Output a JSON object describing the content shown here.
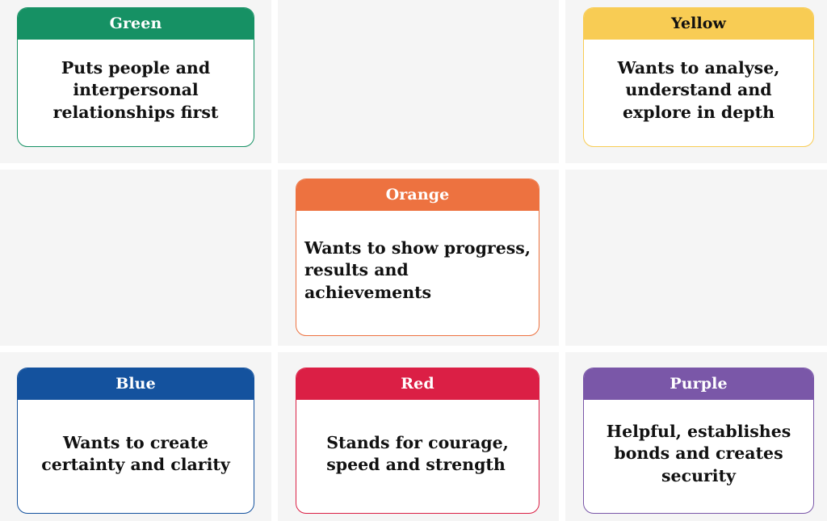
{
  "page": {
    "title": "Colour personality grid",
    "background_color": "#ffffff",
    "cell_color": "#f5f5f5",
    "grid": {
      "rows": 3,
      "columns": 3
    }
  },
  "cards": [
    {
      "id": "green",
      "name": "Green",
      "description": "Puts people and\ninterpersonal\nrelationships first",
      "header_color": "#169164",
      "header_text_color": "#ffffff",
      "body_text_color": "#111111",
      "row": 1,
      "column": 1,
      "align": "center"
    },
    {
      "id": "yellow",
      "name": "Yellow",
      "description": "Wants to analyse,\nunderstand and\nexplore in depth",
      "header_color": "#f8cc54",
      "header_text_color": "#111111",
      "body_text_color": "#111111",
      "row": 1,
      "column": 3,
      "align": "center"
    },
    {
      "id": "orange",
      "name": "Orange",
      "description": "Wants to show progress,\nresults and achievements",
      "header_color": "#ed7240",
      "header_text_color": "#ffffff",
      "body_text_color": "#111111",
      "row": 2,
      "column": 2,
      "align": "left"
    },
    {
      "id": "blue",
      "name": "Blue",
      "description": "Wants to create\ncertainty and clarity",
      "header_color": "#14529e",
      "header_text_color": "#ffffff",
      "body_text_color": "#111111",
      "row": 3,
      "column": 1,
      "align": "center"
    },
    {
      "id": "red",
      "name": "Red",
      "description": "Stands for courage,\nspeed and strength",
      "header_color": "#db1f45",
      "header_text_color": "#ffffff",
      "body_text_color": "#111111",
      "row": 3,
      "column": 2,
      "align": "left"
    },
    {
      "id": "purple",
      "name": "Purple",
      "description": "Helpful, establishes\nbonds and creates\nsecurity",
      "header_color": "#7a57a8",
      "header_text_color": "#ffffff",
      "body_text_color": "#111111",
      "row": 3,
      "column": 3,
      "align": "center"
    }
  ],
  "empty_cells": [
    {
      "row": 1,
      "column": 2
    },
    {
      "row": 2,
      "column": 1
    },
    {
      "row": 2,
      "column": 3
    }
  ]
}
